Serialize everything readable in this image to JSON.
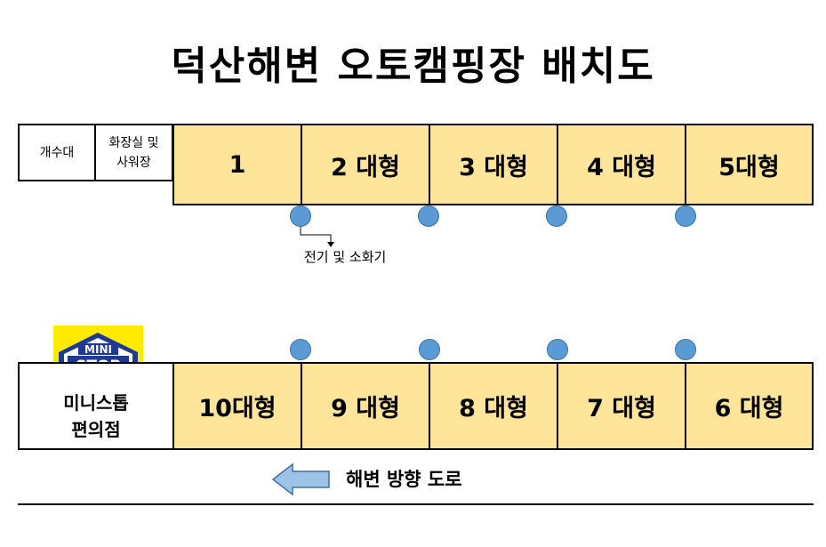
{
  "title": "덕산해변 오토캠핑장 배치도",
  "top_row": {
    "sink": "개수대",
    "restroom_line1": "화장실 및",
    "restroom_line2": "사워장",
    "sites": [
      "1",
      "2 대형",
      "3 대형",
      "4 대형",
      "5대형"
    ]
  },
  "bottom_row": {
    "store_line1": "미니스톱",
    "store_line2": "편의점",
    "sites": [
      "10대형",
      "9 대형",
      "8 대형",
      "7 대형",
      "6 대형"
    ]
  },
  "logo": {
    "line1": "MINI",
    "line2": "STOP"
  },
  "annotation": "전기 및 소화기",
  "road_label": "해변 방향 도로",
  "colors": {
    "site_fill": "#FFE599",
    "post_fill": "#5B9BD5",
    "arrow_fill": "#9DC3E6",
    "logo_yellow": "#FFEA00",
    "logo_navy": "#1F3A93"
  }
}
